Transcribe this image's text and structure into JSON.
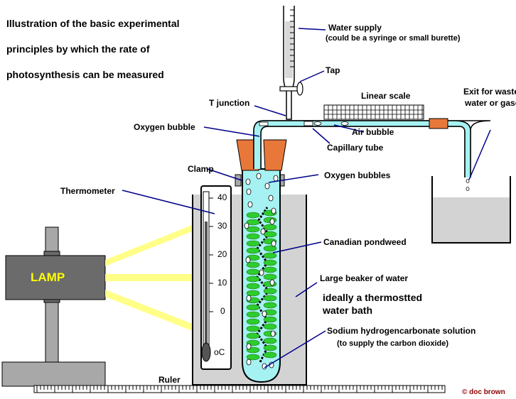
{
  "title_lines": [
    "Illustration of the basic experimental",
    "principles by which the rate of",
    "photosynthesis can be measured"
  ],
  "labels": {
    "water_supply": "Water supply",
    "water_supply_note": "(could be a syringe or small burette)",
    "tap": "Tap",
    "t_junction": "T junction",
    "linear_scale": "Linear scale",
    "exit_line1": "Exit for waste",
    "exit_line2": "water or gases",
    "oxygen_bubble": "Oxygen bubble",
    "air_bubble": "Air bubble",
    "capillary_tube": "Capillary tube",
    "clamp": "Clamp",
    "oxygen_bubbles": "Oxygen bubbles",
    "thermometer": "Thermometer",
    "canadian_pondweed": "Canadian pondweed",
    "large_beaker": "Large beaker of water",
    "water_bath_line1": "ideally a thermostted",
    "water_bath_line2": "water bath",
    "sodium_line1": "Sodium hydrogencarbonate solution",
    "sodium_line2": "(to supply the carbon dioxide)",
    "lamp": "LAMP",
    "ruler": "Ruler",
    "credit": "© doc brown"
  },
  "thermometer_scale": [
    "40",
    "30",
    "20",
    "10",
    "0"
  ],
  "thermometer_unit": "oC",
  "colors": {
    "outline": "#000000",
    "water": "#d3d3d3",
    "tube_water": "#a6f2f2",
    "stopper": "#e8783a",
    "leaf": "#2ecc2e",
    "lamp_body": "#6b6b6b",
    "lamp_stand": "#a8a8a8",
    "light_ray": "#ffff88",
    "leader_line": "#00008b"
  }
}
